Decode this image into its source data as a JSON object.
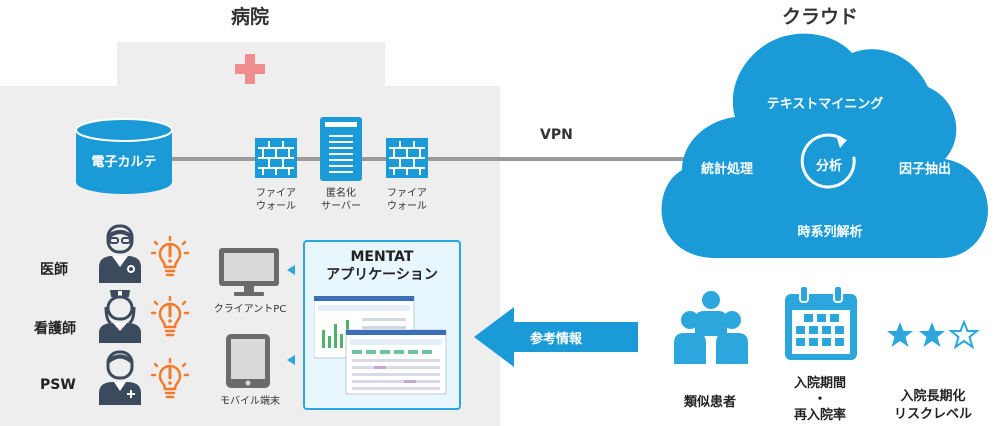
{
  "hospital": {
    "title": "病院",
    "ehr_label": "電子カルテ",
    "firewall_left": [
      "ファイア",
      "ウォール"
    ],
    "anon_server": [
      "匿名化",
      "サーバー"
    ],
    "firewall_right": [
      "ファイア",
      "ウォール"
    ],
    "roles": [
      "医師",
      "看護師",
      "PSW"
    ],
    "client_pc": "クライアントPC",
    "mobile": "モバイル端末",
    "mentat": [
      "MENTAT",
      "アプリケーション"
    ]
  },
  "cloud": {
    "title": "クラウド",
    "top": "テキストマイニング",
    "left": "統計処理",
    "center": "分析",
    "right": "因子抽出",
    "bottom": "時系列解析"
  },
  "connection": {
    "vpn": "VPN",
    "reference_info": "参考情報"
  },
  "outputs": {
    "similar_patients": "類似患者",
    "period": [
      "入院期間",
      "・",
      "再入院率"
    ],
    "risk": [
      "入院長期化",
      "リスクレベル"
    ]
  },
  "colors": {
    "accent": "#2ba7de",
    "cloud": "#1a9ad6",
    "alert": "#f37a2b",
    "icon_dark": "#3b4a5c",
    "cross": "#f08c8c"
  }
}
